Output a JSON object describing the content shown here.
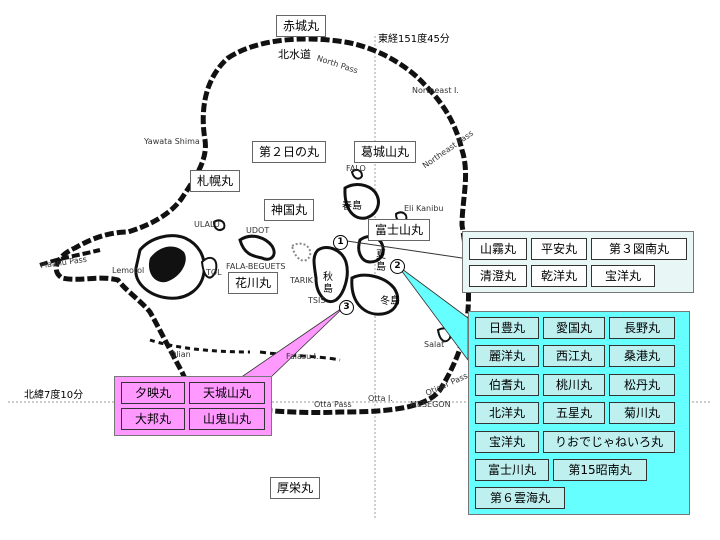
{
  "coordinates": {
    "longitude": "東経151度45分",
    "latitude": "北緯7度10分"
  },
  "places": {
    "north_pass": "North Pass",
    "northeast_island": "Northeast I.",
    "northeast_pass": "Northeast Pass",
    "yawata_shima": "Yawata Shima",
    "falo": "FALO",
    "eli_kanibu": "Eli Kanibu",
    "ulalu": "ULALU",
    "udot": "UDOT",
    "piaanu_pass": "Piaanu Pass",
    "lemotol": "Lemotol",
    "tol": "TOL",
    "fala_beguets": "FALA-BEGUETS",
    "tarik": "TARIK",
    "tsis": "TSIS",
    "salat": "Salat",
    "olian": "Olian",
    "falasu": "Falasu I.",
    "otta_pass": "Otta Pass",
    "otta_island": "Otta I.",
    "mesegon": "MESEGON",
    "otiger_pass": "Otiger Pass",
    "kitasuido": "北水道",
    "haru_shima": "春島",
    "natsu_shima": "夏島",
    "aki_shima": "秋島",
    "fuyu_shima": "冬島"
  },
  "ships": {
    "akagi": "赤城丸",
    "dai2hinomaru": "第２日の丸",
    "katsuragisan": "葛城山丸",
    "sapporo": "札幌丸",
    "shinkoku": "神国丸",
    "fujisan": "富士山丸",
    "hanakawa": "花川丸",
    "kosei": "厚栄丸"
  },
  "markers": {
    "m1": "1",
    "m2": "2",
    "m3": "3"
  },
  "panel1": [
    "山霧丸",
    "平安丸",
    "第３図南丸",
    "清澄丸",
    "乾洋丸",
    "宝洋丸"
  ],
  "panel2": [
    "日豊丸",
    "愛国丸",
    "長野丸",
    "麗洋丸",
    "西江丸",
    "桑港丸",
    "伯耆丸",
    "桃川丸",
    "松丹丸",
    "北洋丸",
    "五星丸",
    "菊川丸",
    "宝洋丸",
    "りおでじゃねいろ丸",
    "富士川丸",
    "第15昭南丸",
    "第６雲海丸"
  ],
  "panel3": [
    "夕映丸",
    "天城山丸",
    "大邦丸",
    "山鬼山丸"
  ],
  "colors": {
    "panel1_bg": "#e8f6f6",
    "panel2_bg": "#66ffff",
    "panel3_bg": "#ff99ff",
    "reef": "#111111"
  }
}
